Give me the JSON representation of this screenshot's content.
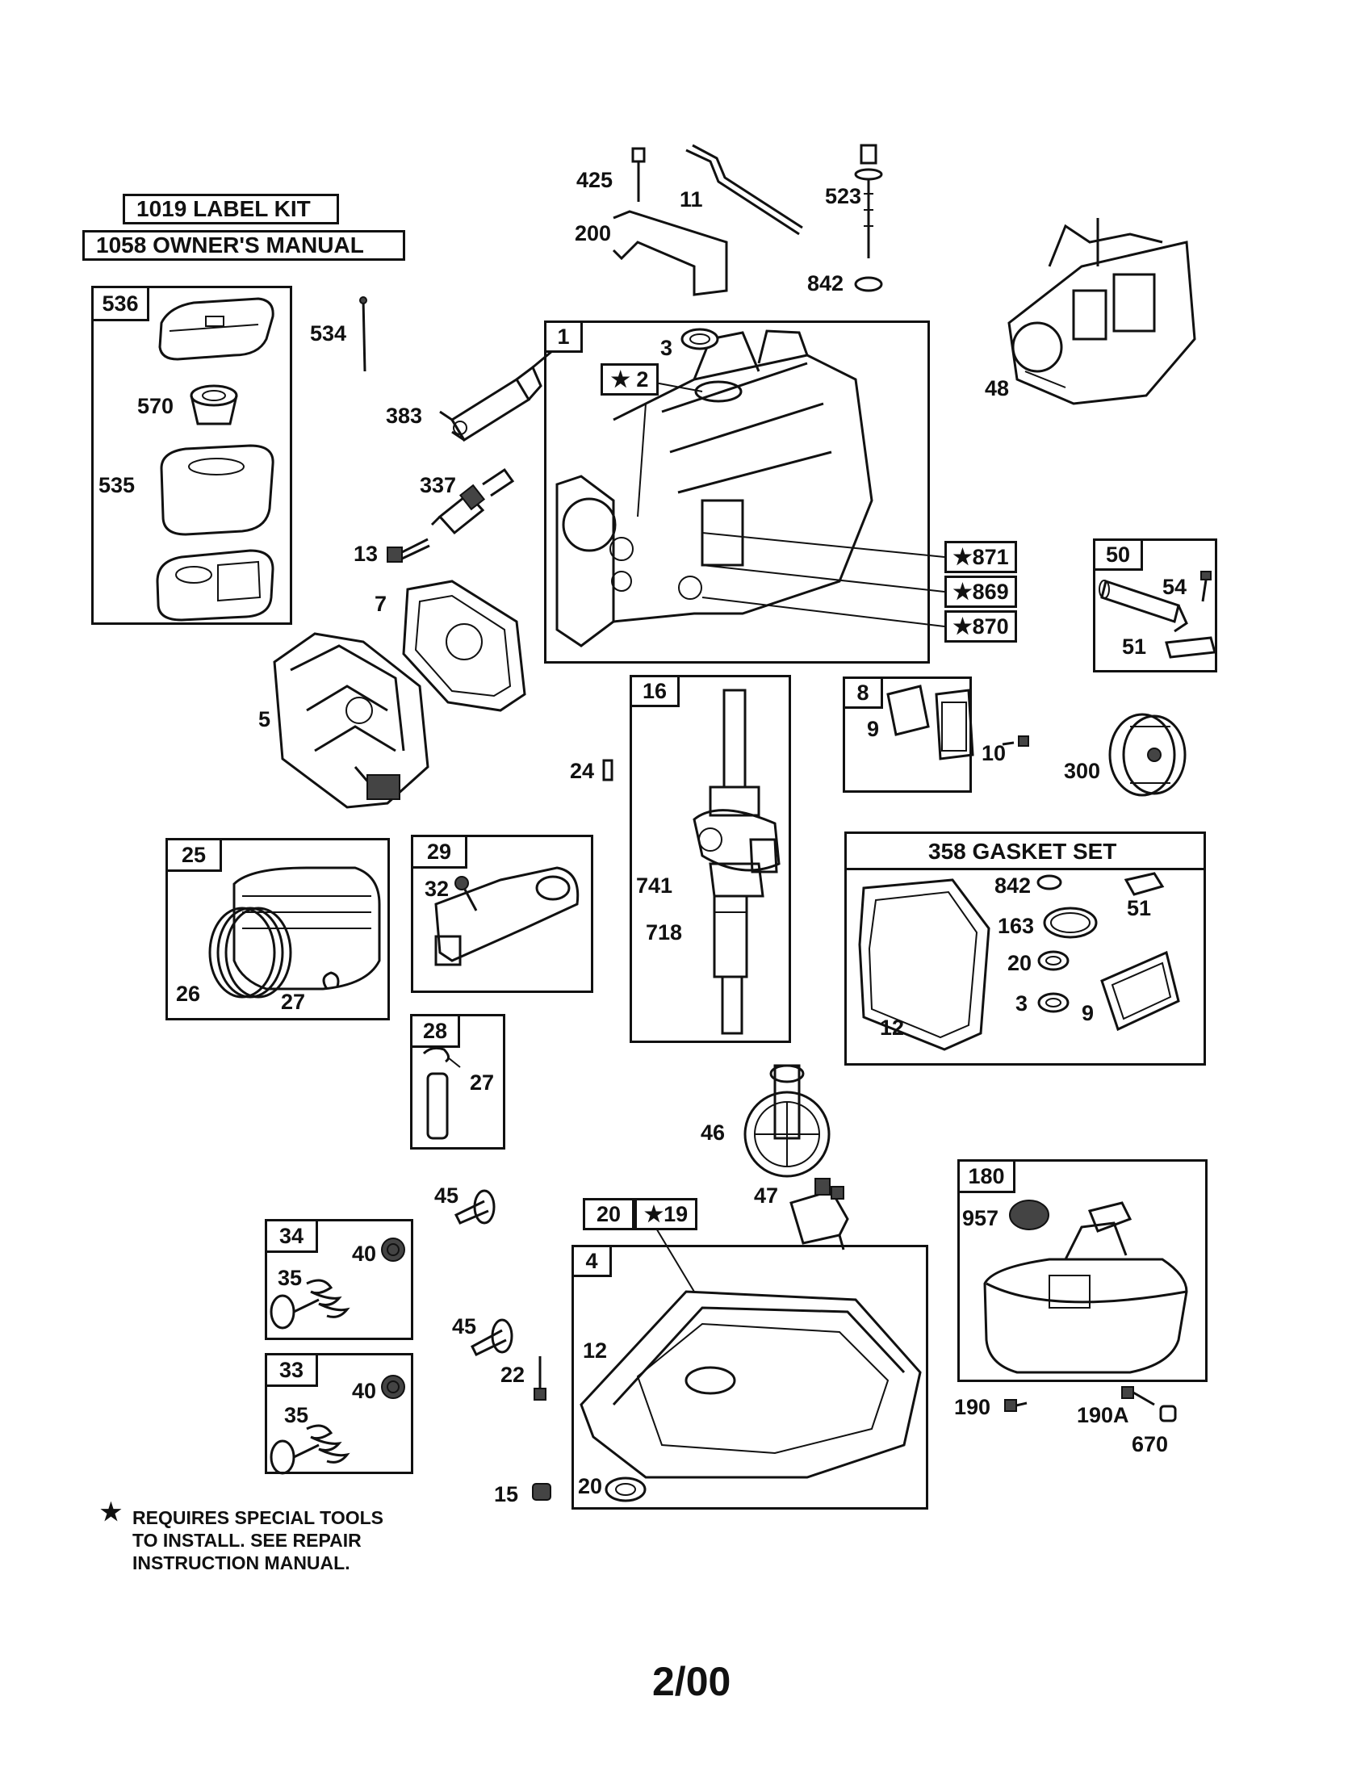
{
  "header_boxes": {
    "label_kit": "1019 LABEL KIT",
    "owners_manual": "1058 OWNER'S MANUAL"
  },
  "box_tags": {
    "b536": "536",
    "b1": "1",
    "b2": "★ 2",
    "b50": "50",
    "b16": "16",
    "b8": "8",
    "b25": "25",
    "b29": "29",
    "b28": "28",
    "b34": "34",
    "b33": "33",
    "b20": "20",
    "b19": "★19",
    "b4": "4",
    "b180": "180",
    "b871": "★871",
    "b869": "★869",
    "b870": "★870"
  },
  "gasket_set_title": "358 GASKET SET",
  "part_labels": {
    "p425": "425",
    "p11": "11",
    "p523": "523",
    "p200": "200",
    "p842a": "842",
    "p534": "534",
    "p3a": "3",
    "p48": "48",
    "p570": "570",
    "p383": "383",
    "p535": "535",
    "p337": "337",
    "p13": "13",
    "p7": "7",
    "p54": "54",
    "p51a": "51",
    "p5": "5",
    "p24": "24",
    "p9a": "9",
    "p10": "10",
    "p300": "300",
    "p32": "32",
    "p741": "741",
    "p718": "718",
    "p26": "26",
    "p27a": "27",
    "p27b": "27",
    "p842b": "842",
    "p51b": "51",
    "p163": "163",
    "p20a": "20",
    "p3b": "3",
    "p9b": "9",
    "p12a": "12",
    "p46": "46",
    "p45a": "45",
    "p47": "47",
    "p40a": "40",
    "p35a": "35",
    "p957": "957",
    "p45b": "45",
    "p12b": "12",
    "p22": "22",
    "p40b": "40",
    "p35b": "35",
    "p190": "190",
    "p190a": "190A",
    "p670": "670",
    "p15": "15",
    "p20b": "20"
  },
  "note": {
    "star": "★",
    "line1": "REQUIRES SPECIAL TOOLS",
    "line2": "TO INSTALL.  SEE REPAIR",
    "line3": "INSTRUCTION MANUAL."
  },
  "footer": "2/00"
}
